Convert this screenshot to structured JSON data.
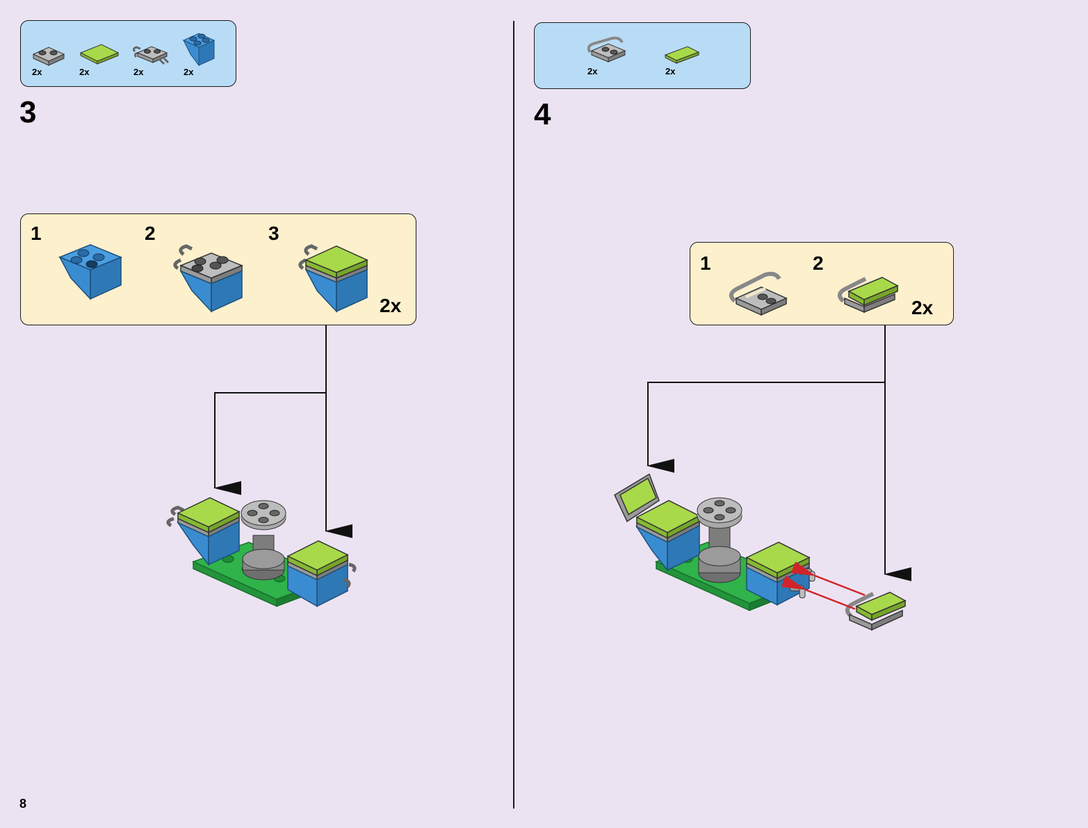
{
  "page_number": "8",
  "colors": {
    "background": "#ece3f2",
    "parts_box": "#b9dcf6",
    "sub_box": "#fdf0cd",
    "lime": "#a8d94a",
    "blue": "#4a9ee0",
    "grey": "#a9a9a9",
    "green": "#2fb34a",
    "dark_grey": "#6f6f6f",
    "arrow_red": "#d2232a"
  },
  "steps": [
    {
      "number": "3",
      "parts": [
        {
          "icon": "grey-plate-1x2-icon",
          "qty": "2x"
        },
        {
          "icon": "lime-tile-2x2-icon",
          "qty": "2x"
        },
        {
          "icon": "grey-clip-plate-icon",
          "qty": "2x"
        },
        {
          "icon": "blue-slope-inverted-icon",
          "qty": "2x"
        }
      ],
      "sub_assembly": {
        "substeps": [
          "1",
          "2",
          "3"
        ],
        "multiplier": "2x"
      }
    },
    {
      "number": "4",
      "parts": [
        {
          "icon": "grey-plate-with-handle-icon",
          "qty": "2x"
        },
        {
          "icon": "lime-tile-1x2-icon",
          "qty": "2x"
        }
      ],
      "sub_assembly": {
        "substeps": [
          "1",
          "2"
        ],
        "multiplier": "2x"
      }
    }
  ]
}
